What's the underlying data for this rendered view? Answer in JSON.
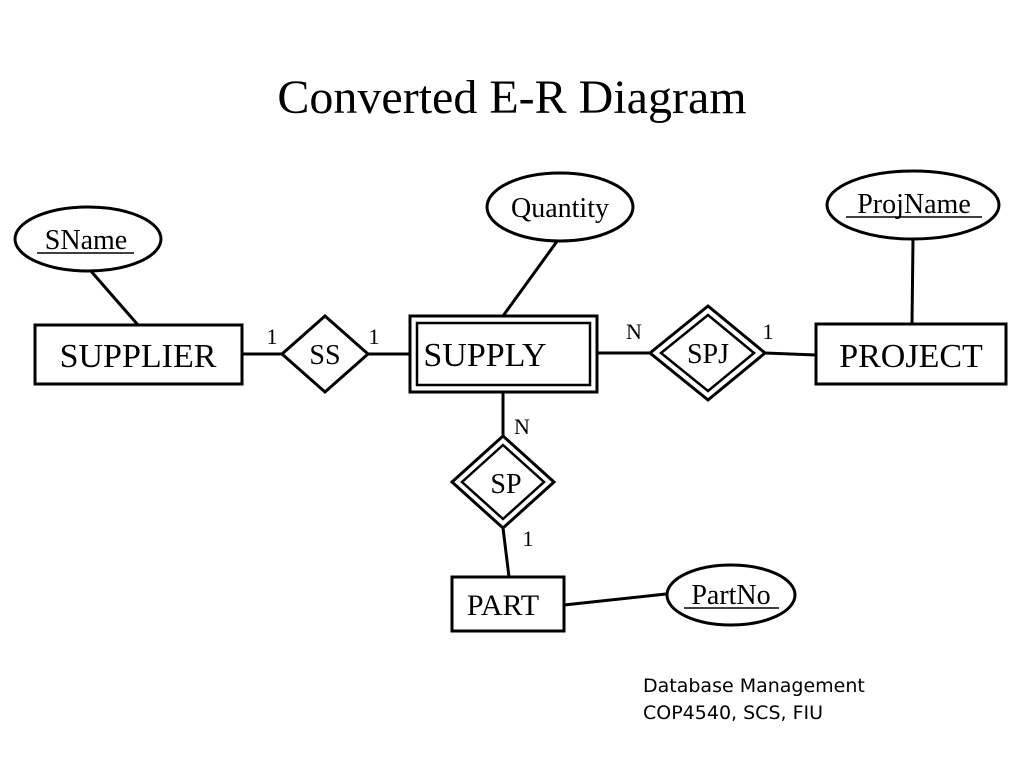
{
  "title": "Converted E-R Diagram",
  "entities": {
    "supplier": "SUPPLIER",
    "supply": "SUPPLY",
    "project": "PROJECT",
    "part": "PART"
  },
  "relationships": {
    "ss": "SS",
    "spj": "SPJ",
    "sp": "SP"
  },
  "attributes": {
    "sname": "SName",
    "quantity": "Quantity",
    "projname": "ProjName",
    "partno": "PartNo"
  },
  "cardinalities": {
    "ss_supplier": "1",
    "ss_supply": "1",
    "spj_supply": "N",
    "spj_project": "1",
    "sp_supply": "N",
    "sp_part": "1"
  },
  "footer": {
    "line1": "Database Management",
    "line2": "COP4540, SCS, FIU"
  }
}
